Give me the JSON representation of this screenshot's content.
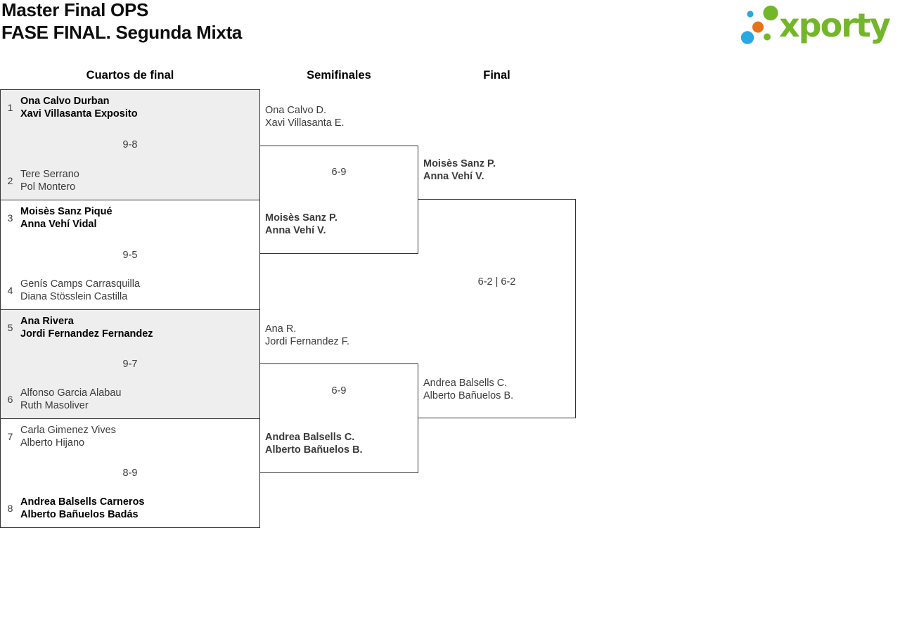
{
  "header": {
    "title_line1": "Master Final OPS",
    "title_line2": "FASE FINAL. Segunda Mixta",
    "logo_text": "xporty"
  },
  "columns": {
    "quarterfinals": "Cuartos de final",
    "semifinals": "Semifinales",
    "final": "Final"
  },
  "quarterfinals": [
    {
      "score": "9-8",
      "top": {
        "seed": "1",
        "player1": "Ona Calvo Durban",
        "player2": "Xavi Villasanta Exposito"
      },
      "bottom": {
        "seed": "2",
        "player1": "Tere Serrano",
        "player2": "Pol Montero"
      }
    },
    {
      "score": "9-5",
      "top": {
        "seed": "3",
        "player1": "Moisès Sanz Piqué",
        "player2": "Anna Vehí Vidal"
      },
      "bottom": {
        "seed": "4",
        "player1": "Genís Camps Carrasquilla",
        "player2": "Diana Stösslein Castilla"
      }
    },
    {
      "score": "9-7",
      "top": {
        "seed": "5",
        "player1": "Ana Rivera",
        "player2": "Jordi Fernandez Fernandez"
      },
      "bottom": {
        "seed": "6",
        "player1": "Alfonso Garcia Alabau",
        "player2": "Ruth Masoliver"
      }
    },
    {
      "score": "8-9",
      "top": {
        "seed": "7",
        "player1": "Carla Gimenez Vives",
        "player2": "Alberto Hijano"
      },
      "bottom": {
        "seed": "8",
        "player1": "Andrea Balsells Carneros",
        "player2": "Alberto Bañuelos Badás"
      }
    }
  ],
  "semifinals": [
    {
      "score": "6-9",
      "top": {
        "player1": "Ona Calvo D.",
        "player2": "Xavi Villasanta E."
      },
      "bottom": {
        "player1": "Moisès Sanz P.",
        "player2": "Anna Vehí V."
      }
    },
    {
      "score": "6-9",
      "top": {
        "player1": "Ana R.",
        "player2": "Jordi Fernandez F."
      },
      "bottom": {
        "player1": "Andrea Balsells C.",
        "player2": "Alberto Bañuelos B."
      }
    }
  ],
  "final": {
    "score": "6-2 | 6-2",
    "top": {
      "player1": "Moisès Sanz P.",
      "player2": "Anna Vehí V."
    },
    "bottom": {
      "player1": "Andrea Balsells C.",
      "player2": "Alberto Bañuelos B."
    }
  },
  "colors": {
    "logo_green": "#74b62a",
    "logo_blue": "#29a8e1",
    "logo_orange": "#e6731a",
    "box_shaded": "#eeeeee",
    "border": "#333333",
    "winner_text": "#000000",
    "regular_text": "#3b3b3b"
  }
}
